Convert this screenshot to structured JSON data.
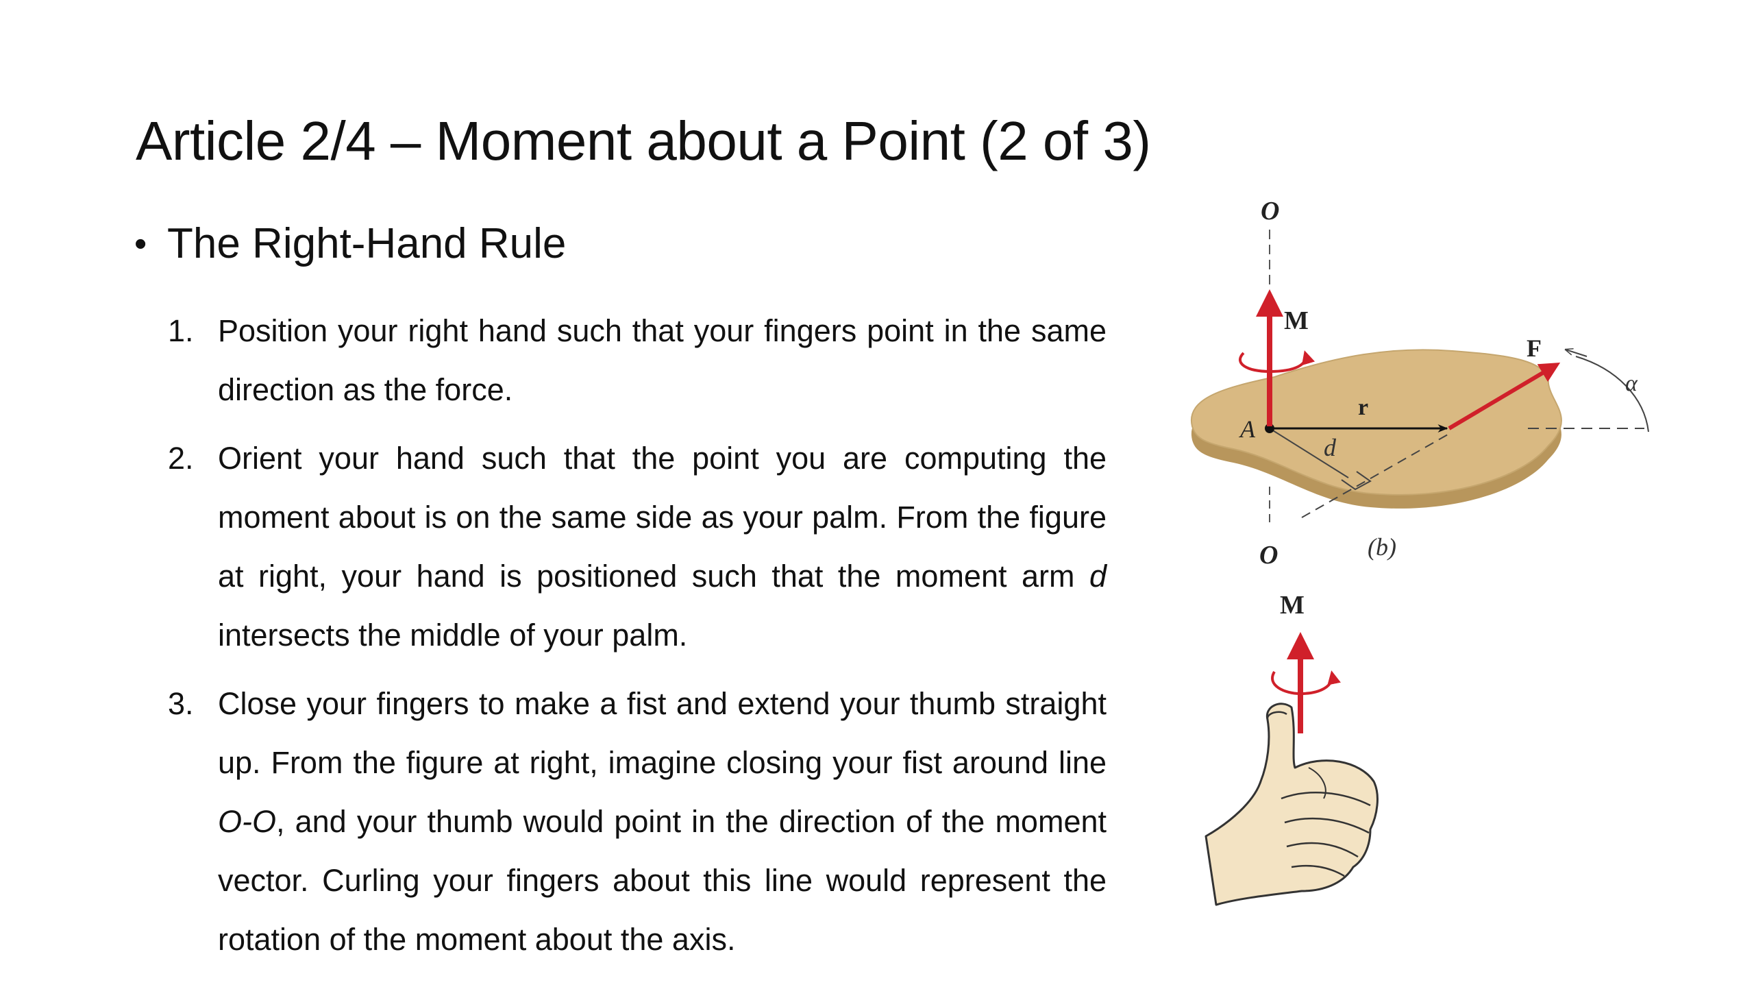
{
  "slide": {
    "title": "Article 2/4 – Moment about a Point (2 of 3)",
    "bullet": {
      "marker": "•",
      "text": "The Right-Hand Rule"
    },
    "steps": [
      {
        "num": "1.",
        "parts": [
          "Position your right hand such that your fingers point in the same direction as the force."
        ]
      },
      {
        "num": "2.",
        "parts": [
          "Orient your hand such that the point you are computing the moment about is on the same side as your palm.  From the figure at right, your hand is positioned such that the moment arm ",
          "d",
          " intersects the middle of your palm."
        ]
      },
      {
        "num": "3.",
        "parts": [
          "Close your fingers to make a fist and extend your thumb straight up.  From the figure at right, imagine closing your fist around line ",
          "O-O",
          ", and your thumb would point in the direction of the moment vector.  Curling your fingers about this line would represent the rotation of the moment about the axis."
        ]
      }
    ]
  },
  "figure": {
    "labels": {
      "axis_top": "O",
      "axis_bottom": "O",
      "moment": "M",
      "force": "F",
      "position": "r",
      "point": "A",
      "arm": "d",
      "angle": "α",
      "caption": "(b)",
      "hand_moment": "M"
    },
    "colors": {
      "vector_red": "#d0202a",
      "plate_fill": "#d9b982",
      "plate_edge": "#b8965c",
      "skin": "#f3e3c3"
    }
  }
}
